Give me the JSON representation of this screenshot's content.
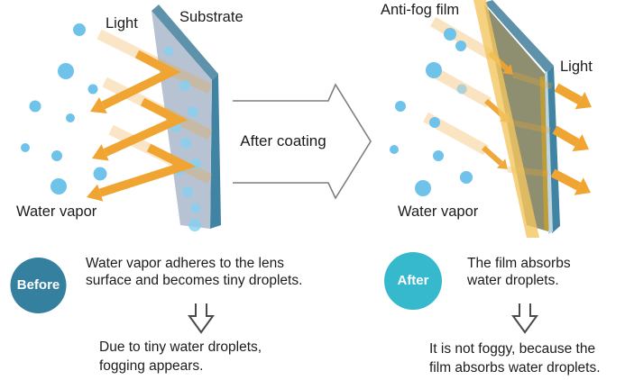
{
  "before_scene": {
    "light_label": "Light",
    "substrate_label": "Substrate",
    "water_vapor_label": "Water vapor"
  },
  "transition_arrow": {
    "label": "After coating"
  },
  "after_scene": {
    "film_label": "Anti-fog film",
    "light_label": "Light",
    "water_vapor_label": "Water vapor"
  },
  "before_summary": {
    "badge_label": "Before",
    "description_lines": [
      "Water vapor adheres to the lens",
      "surface and becomes tiny droplets."
    ],
    "conclusion_lines": [
      "Due to tiny water droplets,",
      "fogging appears."
    ]
  },
  "after_summary": {
    "badge_label": "After",
    "description_lines": [
      "The film absorbs",
      "water droplets."
    ],
    "conclusion_lines": [
      "It is not foggy, because the",
      "film absorbs water droplets."
    ]
  },
  "colors": {
    "light_arrow": "#F0A432",
    "water_droplet": "#6FC3EA",
    "panel_droplet": "#86D0F0",
    "substrate_face": "#B7C3D3",
    "substrate_edge_top": "#5E92AA",
    "substrate_edge_side": "#4183A2",
    "film_face": "#8D8F70",
    "film_strip": "#F2C660",
    "film_edge_strip": "#BD9D3A",
    "before_badge": "#35809E",
    "after_badge": "#36B9CC",
    "outline_arrow_stroke": "#7F7F7F",
    "down_arrow_stroke": "#4A4A4A",
    "text": "#1C1C1C"
  }
}
